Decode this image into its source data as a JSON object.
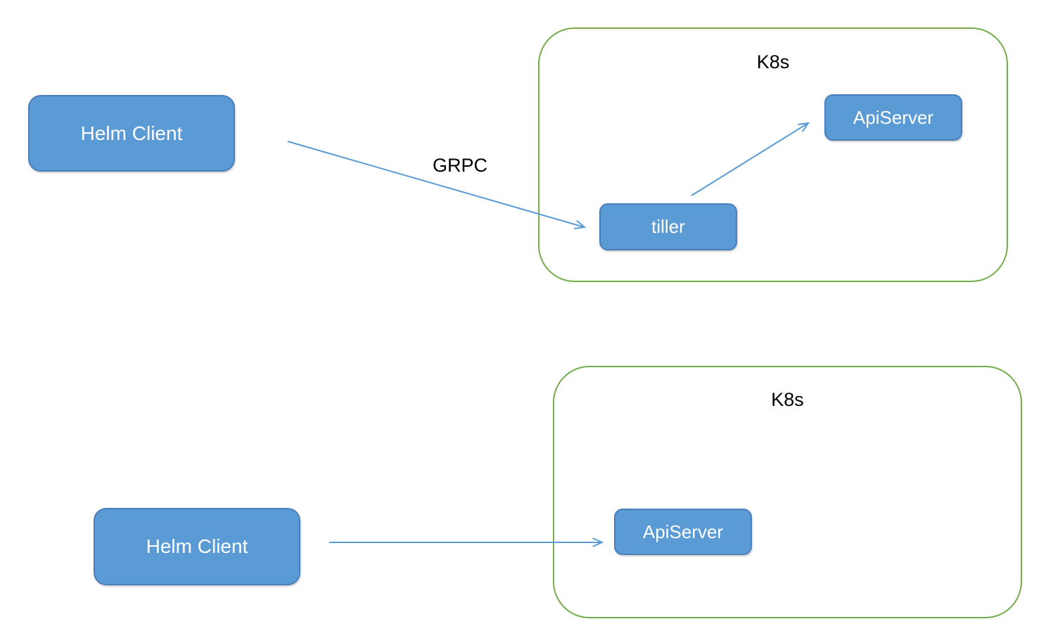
{
  "colors": {
    "background": "#FFFFFF",
    "node_fill": "#5B9BD5",
    "node_border": "#4A7EBB",
    "node_text": "#FFFFFF",
    "container_border": "#74AD4B",
    "arrow": "#5B9BD5",
    "label_text": "#000000"
  },
  "nodes": {
    "helm_client_top": {
      "label": "Helm Client"
    },
    "k8s_top": {
      "label": "K8s"
    },
    "tiller": {
      "label": "tiller"
    },
    "apiserver_top": {
      "label": "ApiServer"
    },
    "helm_client_bottom": {
      "label": "Helm Client"
    },
    "k8s_bottom": {
      "label": "K8s"
    },
    "apiserver_bottom": {
      "label": "ApiServer"
    }
  },
  "labels": {
    "grpc": "GRPC"
  },
  "edges": [
    {
      "from": "helm-client-top",
      "to": "tiller",
      "label": "GRPC"
    },
    {
      "from": "tiller",
      "to": "apiserver-top",
      "label": ""
    },
    {
      "from": "helm-client-bottom",
      "to": "apiserver-bottom",
      "label": ""
    }
  ]
}
